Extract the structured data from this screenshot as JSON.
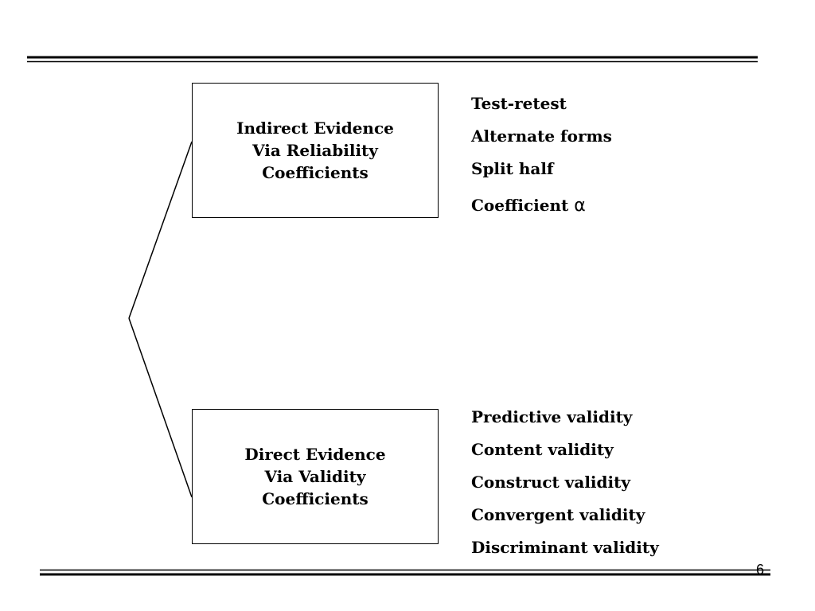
{
  "boxes": {
    "reliability": {
      "lines": [
        "Indirect Evidence",
        "Via Reliability",
        "Coefficients"
      ]
    },
    "validity": {
      "lines": [
        "Direct Evidence",
        "Via Validity",
        "Coefficients"
      ]
    }
  },
  "reliability_methods": [
    "Test-retest",
    "Alternate forms",
    "Split half",
    "Coefficient"
  ],
  "alpha_symbol": "α",
  "validity_types": [
    "Predictive validity",
    "Content validity",
    "Construct validity",
    "Convergent validity",
    "Discriminant validity"
  ],
  "page_number": "6"
}
